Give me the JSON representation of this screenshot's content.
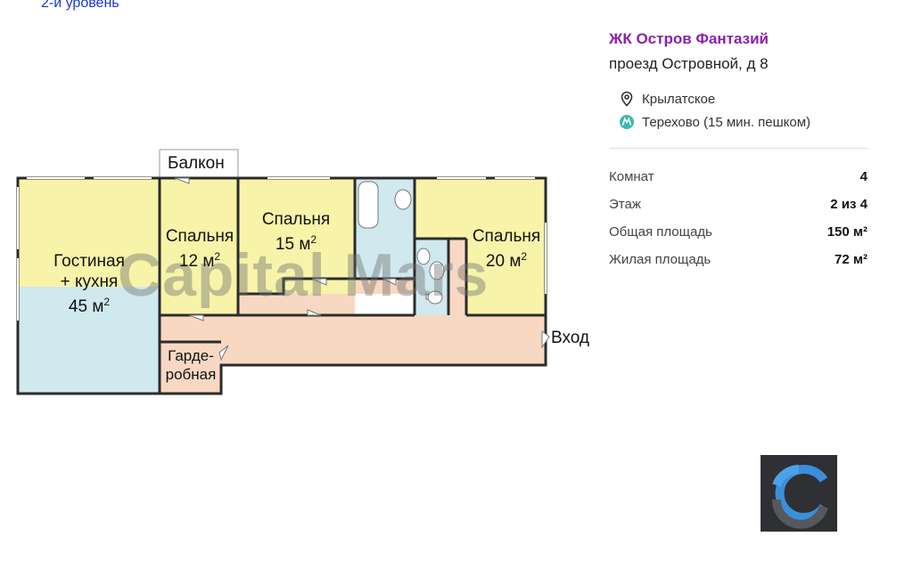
{
  "level_link": "2-и уровень",
  "rooms": {
    "living": [
      "Гостиная",
      "+ кухня",
      "45 м",
      "2"
    ],
    "bed1": [
      "Спальня",
      "12 м",
      "2"
    ],
    "bed2": [
      "Спальня",
      "15 м",
      "2"
    ],
    "bed3": [
      "Спальня",
      "20 м",
      "2"
    ],
    "wardrobe": [
      "Гарде-",
      "робная"
    ]
  },
  "balcony_label": "Балкон",
  "entrance_label": "Вход",
  "watermark": "Capital Mars",
  "complex": {
    "name": "ЖК Остров Фантазий",
    "address": "проезд Островной, д 8",
    "district": "Крылатское",
    "metro": "Терехово (15 мин. пешком)"
  },
  "stats": [
    {
      "label": "Комнат",
      "value": "4"
    },
    {
      "label": "Этаж",
      "value": "2 из 4"
    },
    {
      "label": "Общая площадь",
      "value": "150 м²"
    },
    {
      "label": "Жилая площадь",
      "value": "72 м²"
    }
  ],
  "colors": {
    "living": "#f7f3a9",
    "kitchen": "#cfe9ee",
    "bedroom": "#f7f3a9",
    "corridor": "#f8d8c2",
    "bathroom": "#cfe9ee",
    "wall": "#2b2b2b",
    "accent_purple": "#8a22a8",
    "link_blue": "#1a3ad8",
    "metro_green": "#3fb8b0"
  },
  "icons": {
    "location": "map-pin-icon",
    "metro": "metro-icon",
    "logo": "capital-mars-logo-icon"
  }
}
